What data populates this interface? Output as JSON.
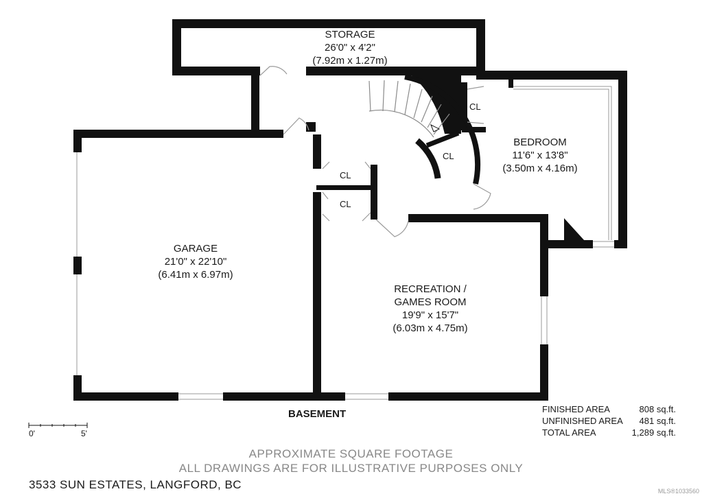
{
  "rooms": {
    "storage": {
      "name": "STORAGE",
      "imperial": "26'0\" x 4'2\"",
      "metric": "(7.92m x 1.27m)"
    },
    "bedroom": {
      "name": "BEDROOM",
      "imperial": "11'6\" x 13'8\"",
      "metric": "(3.50m x 4.16m)"
    },
    "garage": {
      "name": "GARAGE",
      "imperial": "21'0\" x 22'10\"",
      "metric": "(6.41m x 6.97m)"
    },
    "recreation": {
      "name_line1": "RECREATION /",
      "name_line2": "GAMES ROOM",
      "imperial": "19'9\" x 15'7\"",
      "metric": "(6.03m x 4.75m)"
    }
  },
  "closets": {
    "label": "CL"
  },
  "floor_title": "BASEMENT",
  "areas": [
    {
      "label": "FINISHED AREA",
      "value": "808 sq.ft."
    },
    {
      "label": "UNFINISHED AREA",
      "value": "481 sq.ft."
    },
    {
      "label": "TOTAL AREA",
      "value": "1,289 sq.ft."
    }
  ],
  "scale": {
    "start": "0'",
    "end": "5'"
  },
  "footer": {
    "line1": "APPROXIMATE SQUARE FOOTAGE",
    "line2": "ALL DRAWINGS ARE FOR ILLUSTRATIVE PURPOSES ONLY"
  },
  "address": "3533 SUN ESTATES, LANGFORD, BC",
  "mls": "MLS®1033560",
  "colors": {
    "wall": "#111111",
    "thin_line": "#9a9a9a",
    "footer_text": "#888888"
  }
}
